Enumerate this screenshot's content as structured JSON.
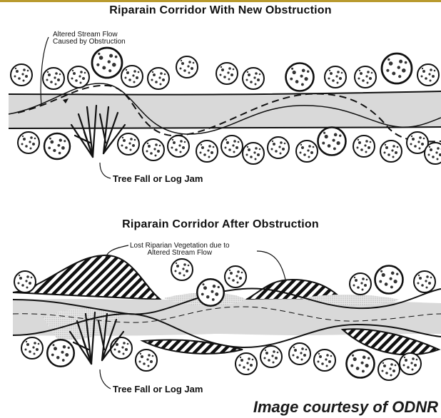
{
  "panel_top": {
    "title": "Riparain Corridor With New Obstruction",
    "callout_flow_line1": "Altered Stream Flow",
    "callout_flow_line2": "Caused by Obstruction",
    "callout_tree": "Tree Fall or Log Jam"
  },
  "panel_bottom": {
    "title": "Riparain Corridor After Obstruction",
    "callout_lost_line1": "Lost Riparian Vegetation due to",
    "callout_lost_line2": "Altered Stream Flow",
    "callout_tree": "Tree Fall or Log Jam"
  },
  "credit": "Image courtesy of ODNR"
}
